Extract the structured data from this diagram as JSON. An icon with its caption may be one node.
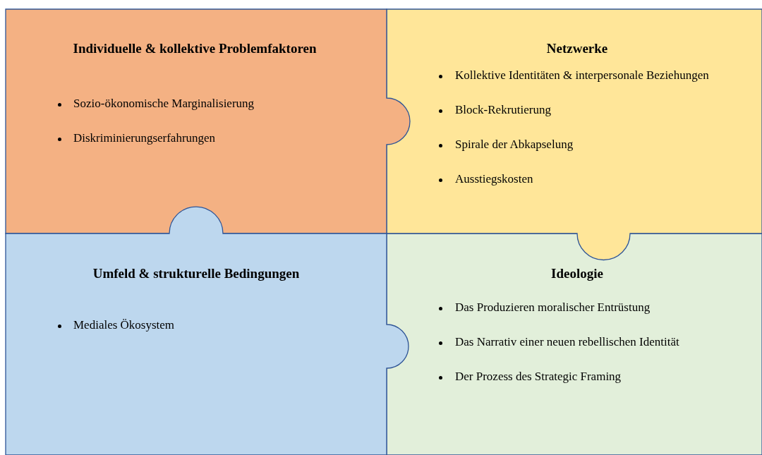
{
  "diagram": {
    "nodes": [
      {
        "text": [
          "Individuelle & kollektive Problemfaktoren",
          "Sozio-ökonomische Marginalisierung",
          "Diskriminierungserfahrungen"
        ]
      },
      {
        "text": [
          "Netzwerke",
          "Kollektive Identitäten & interpersonale Beziehungen",
          "Block-Rekrutierung",
          "Spirale der Abkapselung",
          "Ausstiegskosten"
        ]
      },
      {
        "text": [
          "Umfeld & strukturelle Bedingungen",
          "Mediales Ökosystem"
        ]
      },
      {
        "text": [
          "Ideologie",
          "Das Produzieren moralischer Entrüstung",
          "Das Narrativ einer neuen rebellischen Identität",
          "Der Prozess des Strategic Framing"
        ]
      }
    ]
  }
}
